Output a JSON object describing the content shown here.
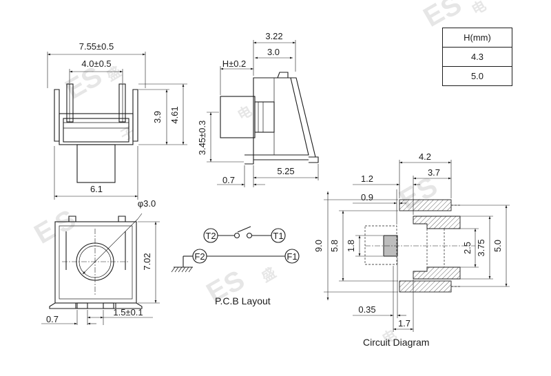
{
  "table": {
    "header": "H(mm)",
    "rows": [
      "4.3",
      "5.0"
    ]
  },
  "watermark": [
    "E",
    "S",
    "盛",
    "电",
    "子"
  ],
  "top_view": {
    "width_total": "7.55±0.5",
    "pin_spacing": "4.0±0.5",
    "height_body": "3.9",
    "height_total": "4.61",
    "base_width": "6.1"
  },
  "side_view": {
    "d322": "3.22",
    "d30": "3.0",
    "h_tol": "H±0.2",
    "d345": "3.45±0.3",
    "d07": "0.7",
    "d525": "5.25"
  },
  "bottom_view": {
    "diameter": "φ3.0",
    "height": "7.02",
    "d07": "0.7",
    "pitch": "1.5±0.1"
  },
  "circuit": {
    "t1": "T1",
    "t2": "T2",
    "f1": "F1",
    "f2": "F2",
    "label": "P.C.B Layout"
  },
  "pcb": {
    "d42": "4.2",
    "d12": "1.2",
    "d37": "3.7",
    "d09": "0.9",
    "d90": "9.0",
    "d58": "5.8",
    "d18": "1.8",
    "d25": "2.5",
    "d375": "3.75",
    "d50": "5.0",
    "d035": "0.35",
    "d17": "1.7",
    "label": "Circuit Diagram"
  }
}
